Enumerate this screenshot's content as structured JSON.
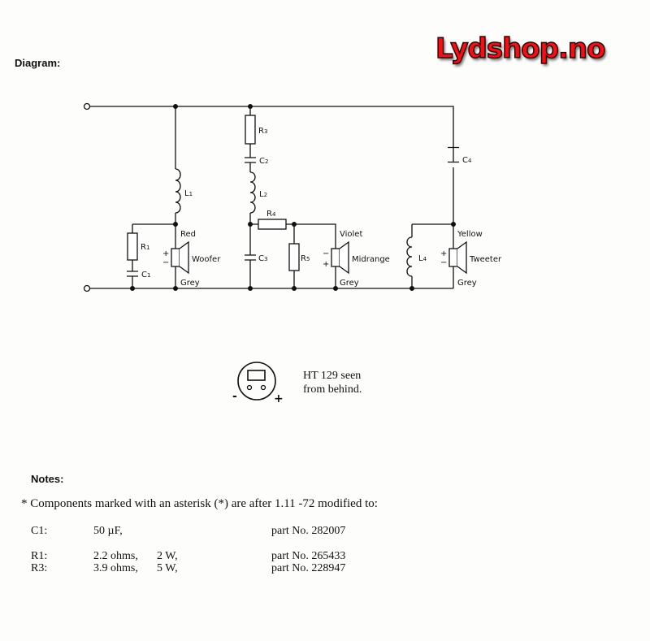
{
  "header": {
    "title": "Diagram:"
  },
  "logo": {
    "text": "Lydshop.no"
  },
  "diagram": {
    "components": {
      "R1": {
        "letter": "R",
        "sub": "1"
      },
      "C1": {
        "letter": "C",
        "sub": "1"
      },
      "L1": {
        "letter": "L",
        "sub": "1"
      },
      "R3": {
        "letter": "R",
        "sub": "3"
      },
      "C2": {
        "letter": "C",
        "sub": "2"
      },
      "L2": {
        "letter": "L",
        "sub": "2"
      },
      "R4": {
        "letter": "R",
        "sub": "4"
      },
      "C3": {
        "letter": "C",
        "sub": "3"
      },
      "R5": {
        "letter": "R",
        "sub": "5"
      },
      "C4": {
        "letter": "C",
        "sub": "4"
      },
      "L4": {
        "letter": "L",
        "sub": "4"
      }
    },
    "speakers": {
      "woofer": {
        "name": "Woofer",
        "top_wire": "Red",
        "bottom_wire": "Grey",
        "top_pol": "+",
        "bottom_pol": "−"
      },
      "midrange": {
        "name": "Midrange",
        "top_wire": "Violet",
        "bottom_wire": "Grey",
        "top_pol": "−",
        "bottom_pol": "+"
      },
      "tweeter": {
        "name": "Tweeter",
        "top_wire": "Yellow",
        "bottom_wire": "Grey",
        "top_pol": "+",
        "bottom_pol": "−"
      }
    },
    "terminal": {
      "minus": "-",
      "plus": "+",
      "caption_line1": "HT 129 seen",
      "caption_line2": "from behind."
    }
  },
  "notes": {
    "title": "Notes:",
    "intro": "* Components marked with an asterisk (*) are after 1.11 -72 modified to:",
    "rows": [
      {
        "ref": "C1:",
        "value": "50 µF,",
        "power": "",
        "part": "part No. 282007"
      },
      {
        "ref": "R1:",
        "value": "2.2 ohms,",
        "power": "2 W,",
        "part": "part No. 265433"
      },
      {
        "ref": "R3:",
        "value": "3.9 ohms,",
        "power": "5 W,",
        "part": "part No. 228947"
      }
    ]
  }
}
